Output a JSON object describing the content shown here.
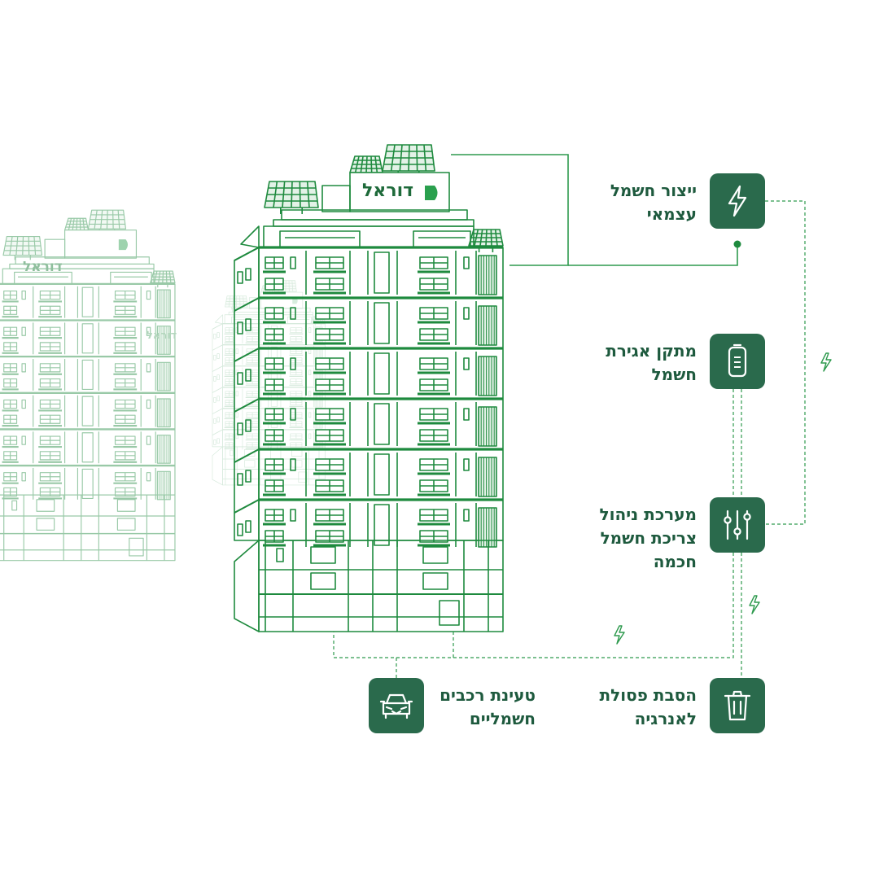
{
  "colors": {
    "brand_green": "#1e7a3e",
    "icon_bg": "#2a6a4c",
    "label_text": "#1e5a3e",
    "connector_dash": "#2e9a4e"
  },
  "building": {
    "logo_text": "דוראל"
  },
  "nodes": [
    {
      "id": "solar",
      "icon": "lightning-icon",
      "lines": [
        "ייצור חשמל",
        "עצמאי"
      ]
    },
    {
      "id": "storage",
      "icon": "battery-icon",
      "lines": [
        "מתקן אגירת",
        "חשמל"
      ]
    },
    {
      "id": "management",
      "icon": "sliders-icon",
      "lines": [
        "מערכת ניהול",
        "צריכת חשמל",
        "חכמה"
      ]
    },
    {
      "id": "waste",
      "icon": "trash-icon",
      "lines": [
        "הסבת פסולת",
        "לאנרגיה"
      ]
    },
    {
      "id": "ev",
      "icon": "car-icon",
      "lines": [
        "טעינת רכבים",
        "חשמליים"
      ]
    }
  ]
}
